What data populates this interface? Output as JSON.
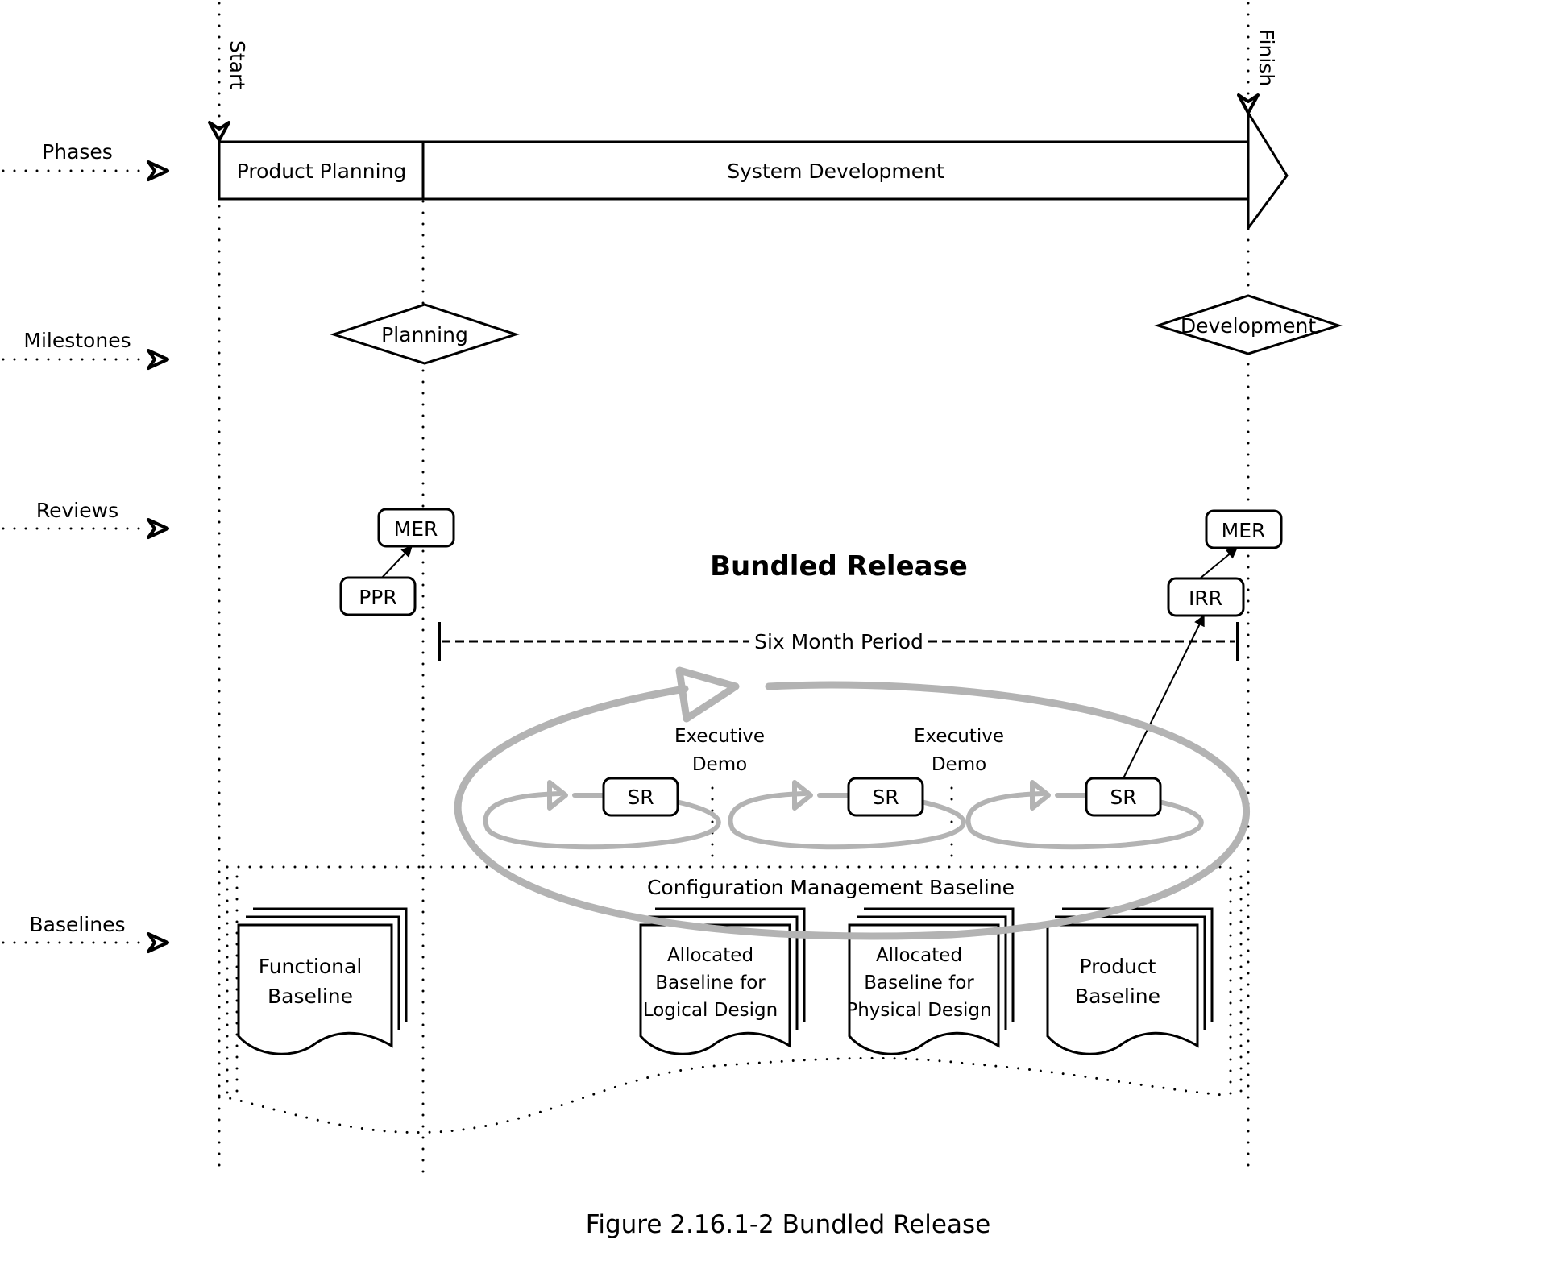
{
  "title": "Bundled Release",
  "caption": "Figure 2.16.1-2 Bundled Release",
  "rows": {
    "phases": "Phases",
    "milestones": "Milestones",
    "reviews": "Reviews",
    "baselines": "Baselines"
  },
  "timeline": {
    "start": "Start",
    "finish": "Finish"
  },
  "phases": [
    {
      "label": "Product Planning"
    },
    {
      "label": "System Development"
    }
  ],
  "milestones": [
    {
      "label": "Planning"
    },
    {
      "label": "Development"
    }
  ],
  "reviews": {
    "planning": [
      {
        "label": "PPR"
      },
      {
        "label": "MER"
      }
    ],
    "development": [
      {
        "label": "IRR"
      },
      {
        "label": "MER"
      }
    ]
  },
  "period": {
    "label": "Six Month Period"
  },
  "sprints": [
    {
      "label": "SR"
    },
    {
      "label": "SR"
    },
    {
      "label": "SR"
    }
  ],
  "demos": [
    {
      "line1": "Executive",
      "line2": "Demo"
    },
    {
      "line1": "Executive",
      "line2": "Demo"
    }
  ],
  "config_baseline": {
    "label": "Configuration Management Baseline"
  },
  "baselines": [
    {
      "lines": [
        "Functional",
        "Baseline"
      ]
    },
    {
      "lines": [
        "Allocated",
        "Baseline for",
        "Logical Design"
      ]
    },
    {
      "lines": [
        "Allocated",
        "Baseline for",
        "Physical Design"
      ]
    },
    {
      "lines": [
        "Product",
        "Baseline"
      ]
    }
  ],
  "colors": {
    "line": "#000000",
    "cycle": "#b3b3b3",
    "background": "#ffffff"
  }
}
